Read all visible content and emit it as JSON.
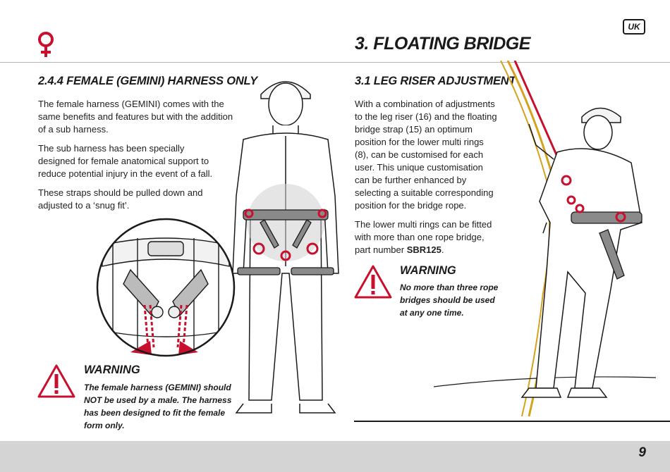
{
  "header": {
    "lang_badge": "UK",
    "title": "3. FLOATING BRIDGE"
  },
  "left": {
    "heading": "2.4.4  FEMALE (GEMINI) HARNESS ONLY",
    "paragraphs": [
      [
        "The female harness (GEMINI) comes with the",
        "same benefits and features but with the addition",
        "of a sub harness."
      ],
      [
        "The sub harness has been specially",
        "designed for female anatomical support to",
        "reduce potential injury in the event of a fall."
      ],
      [
        "These straps should be pulled down and",
        "adjusted to a ‘snug fit’."
      ]
    ],
    "warning": {
      "title": "WARNING",
      "lines": [
        "The female harness (GEMINI) should",
        "NOT be used by a male. The harness",
        "has been designed to fit the female",
        "form only."
      ]
    }
  },
  "right": {
    "heading": "3.1  LEG RISER ADJUSTMENT",
    "paragraphs": [
      [
        "With a combination of adjustments",
        "to the leg riser (16) and the floating",
        "bridge strap (15) an optimum",
        "position for the lower multi rings",
        "(8), can be customised for each",
        "user. This unique customisation",
        "can be further enhanced by",
        "selecting a suitable corresponding",
        "position for the bridge rope."
      ],
      [
        "The lower multi rings can be fitted",
        "with more than one rope bridge,",
        "part number "
      ]
    ],
    "part_number": "SBR125",
    "part_suffix": ".",
    "warning": {
      "title": "WARNING",
      "lines": [
        "No more than three rope",
        "bridges should be used",
        "at any one time."
      ]
    }
  },
  "footer": {
    "page_number": "9"
  },
  "colors": {
    "accent": "#c8102e",
    "footer_bg": "#d4d4d4",
    "text": "#1a1a1a"
  },
  "icons": [
    "female-symbol-icon",
    "warning-triangle-icon"
  ]
}
